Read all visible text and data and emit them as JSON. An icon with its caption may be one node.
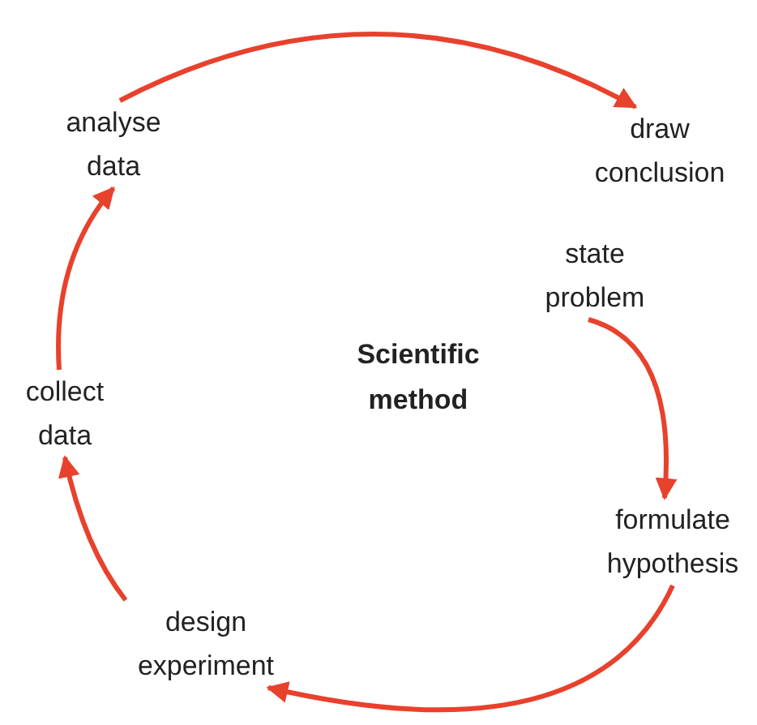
{
  "diagram": {
    "title": "Scientific method",
    "nodes": [
      {
        "text": [
          "analyse data"
        ]
      },
      {
        "text": [
          "draw conclusion"
        ]
      },
      {
        "text": [
          "state problem"
        ]
      },
      {
        "text": [
          "formulate hypothesis"
        ]
      },
      {
        "text": [
          "design experiment"
        ]
      },
      {
        "text": [
          "collect data"
        ]
      }
    ],
    "edges": [
      {
        "from": 0,
        "to": 1,
        "arrow": "to"
      },
      {
        "from": 2,
        "to": 3,
        "arrow": "to"
      },
      {
        "from": 3,
        "to": 4,
        "arrow": "to"
      },
      {
        "from": 4,
        "to": 5,
        "arrow": "to"
      },
      {
        "from": 5,
        "to": 0,
        "arrow": "to"
      }
    ]
  }
}
